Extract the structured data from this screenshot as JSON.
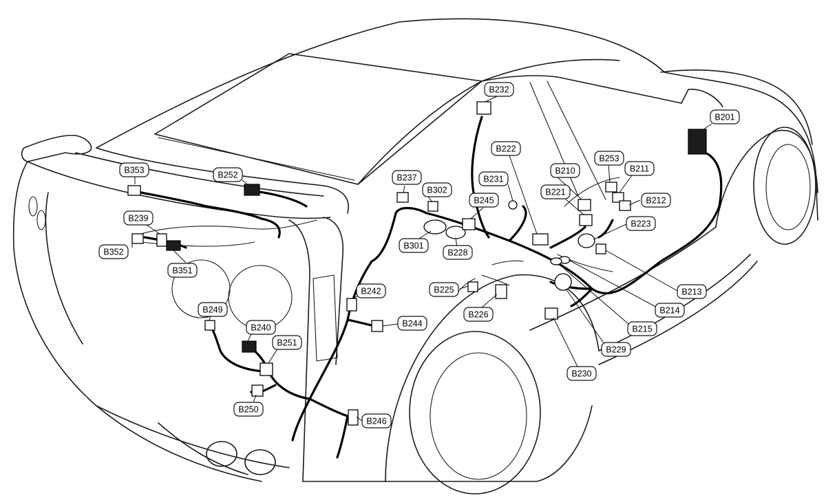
{
  "connectors": [
    {
      "id": "b201",
      "label": "B201"
    },
    {
      "id": "b210",
      "label": "B210"
    },
    {
      "id": "b211",
      "label": "B211"
    },
    {
      "id": "b212",
      "label": "B212"
    },
    {
      "id": "b213",
      "label": "B213"
    },
    {
      "id": "b214",
      "label": "B214"
    },
    {
      "id": "b215",
      "label": "B215"
    },
    {
      "id": "b221",
      "label": "B221"
    },
    {
      "id": "b222",
      "label": "B222"
    },
    {
      "id": "b223",
      "label": "B223"
    },
    {
      "id": "b225",
      "label": "B225"
    },
    {
      "id": "b226",
      "label": "B226"
    },
    {
      "id": "b228",
      "label": "B228"
    },
    {
      "id": "b229",
      "label": "B229"
    },
    {
      "id": "b230",
      "label": "B230"
    },
    {
      "id": "b231",
      "label": "B231"
    },
    {
      "id": "b232",
      "label": "B232"
    },
    {
      "id": "b237",
      "label": "B237"
    },
    {
      "id": "b239",
      "label": "B239"
    },
    {
      "id": "b240",
      "label": "B240"
    },
    {
      "id": "b242",
      "label": "B242"
    },
    {
      "id": "b244",
      "label": "B244"
    },
    {
      "id": "b245",
      "label": "B245"
    },
    {
      "id": "b246",
      "label": "B246"
    },
    {
      "id": "b249",
      "label": "B249"
    },
    {
      "id": "b250",
      "label": "B250"
    },
    {
      "id": "b251",
      "label": "B251"
    },
    {
      "id": "b252",
      "label": "B252"
    },
    {
      "id": "b253",
      "label": "B253"
    },
    {
      "id": "b301",
      "label": "B301"
    },
    {
      "id": "b302",
      "label": "B302"
    },
    {
      "id": "b351",
      "label": "B351"
    },
    {
      "id": "b352",
      "label": "B352"
    },
    {
      "id": "b353",
      "label": "B353"
    }
  ]
}
